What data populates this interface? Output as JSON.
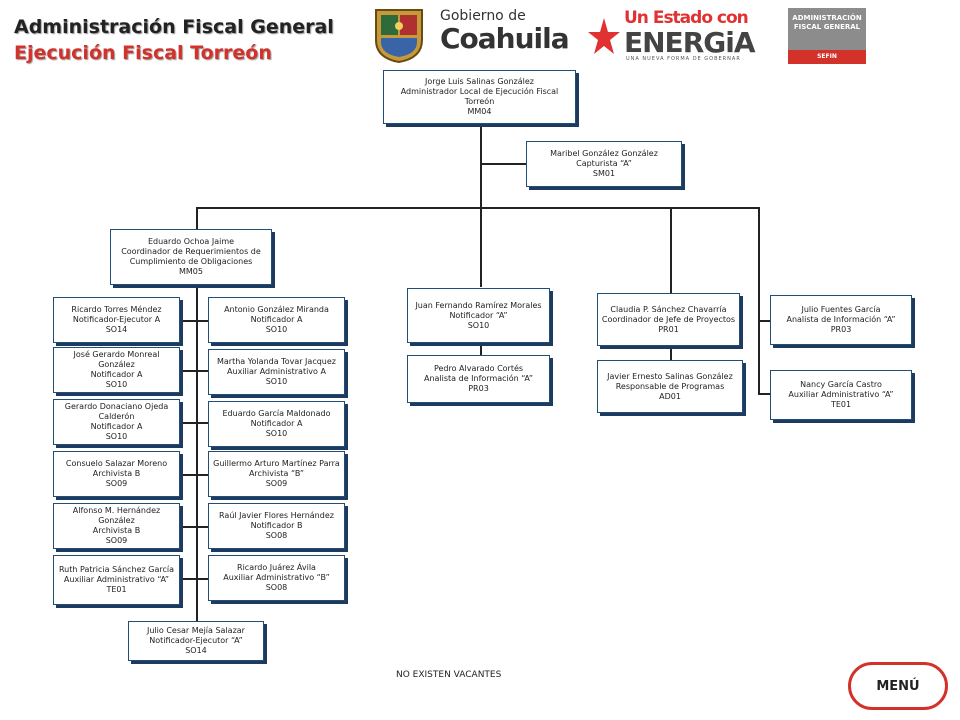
{
  "header": {
    "title": "Administración Fiscal General",
    "subtitle": "Ejecución Fiscal Torreón"
  },
  "logos": {
    "gobierno_small": "Gobierno de",
    "gobierno_big": "Coahuila",
    "energia_l1": "Un Estado con",
    "energia_l2": "ENERGiA",
    "energia_l3": "UNA NUEVA FORMA DE GOBERNAR",
    "sefin_l1": "ADMINISTRACIÓN",
    "sefin_l2": "FISCAL GENERAL",
    "sefin_l3": "SEFIN"
  },
  "colors": {
    "accent_red": "#d3322b",
    "box_border": "#1f4e79"
  },
  "org": {
    "root": [
      "Jorge Luis Salinas González",
      "Administrador Local de Ejecución Fiscal Torreón",
      "MM04"
    ],
    "capturista": [
      "Maribel González González",
      "Capturista “A”",
      "SM01"
    ],
    "coordinador": [
      "Eduardo Ochoa Jaime",
      "Coordinador de Requerimientos de Cumplimiento de Obligaciones",
      "MM05"
    ],
    "left_col": [
      [
        "Ricardo Torres Méndez",
        "Notificador-Ejecutor A",
        "SO14"
      ],
      [
        "José Gerardo Monreal González",
        "Notificador A",
        "SO10"
      ],
      [
        "Gerardo Donaciano Ojeda Calderón",
        "Notificador A",
        "SO10"
      ],
      [
        "Consuelo Salazar Moreno",
        "Archivista B",
        "SO09"
      ],
      [
        "Alfonso M. Hernández González",
        "Archivista B",
        "SO09"
      ],
      [
        "Ruth Patricia Sánchez García",
        "Auxiliar Administrativo “A”",
        "TE01"
      ]
    ],
    "right_col": [
      [
        "Antonio González Miranda",
        "Notificador A",
        "SO10"
      ],
      [
        "Martha Yolanda Tovar Jacquez",
        "Auxiliar Administrativo A",
        "SO10"
      ],
      [
        "Eduardo García Maldonado",
        "Notificador A",
        "SO10"
      ],
      [
        "Guillermo Arturo Martínez Parra",
        "Archivista “B”",
        "SO09"
      ],
      [
        "Raúl Javier Flores Hernández",
        "Notificador B",
        "SO08"
      ],
      [
        "Ricardo Juárez Ávila",
        "Auxiliar Administrativo “B”",
        "SO08"
      ]
    ],
    "bottom": [
      "Julio Cesar Mejía Salazar",
      "Notificador-Ejecutor “A”",
      "SO14"
    ],
    "center": [
      [
        "Juan Fernando Ramírez Morales",
        "Notificador “A”",
        "SO10"
      ],
      [
        "Pedro Alvarado Cortés",
        "Analista de Información “A”",
        "PR03"
      ]
    ],
    "projects": [
      [
        "Claudia P. Sánchez Chavarría",
        "Coordinador de Jefe de Proyectos",
        "PR01"
      ],
      [
        "Javier Ernesto Salinas González",
        "Responsable de Programas",
        "AD01"
      ]
    ],
    "far_right": [
      [
        "Julio Fuentes García",
        "Analista de Información “A”",
        "PR03"
      ],
      [
        "Nancy García Castro",
        "Auxiliar Administrativo “A”",
        "TE01"
      ]
    ]
  },
  "footer": {
    "vacantes": "NO EXISTEN VACANTES",
    "menu_label": "MENÚ"
  }
}
